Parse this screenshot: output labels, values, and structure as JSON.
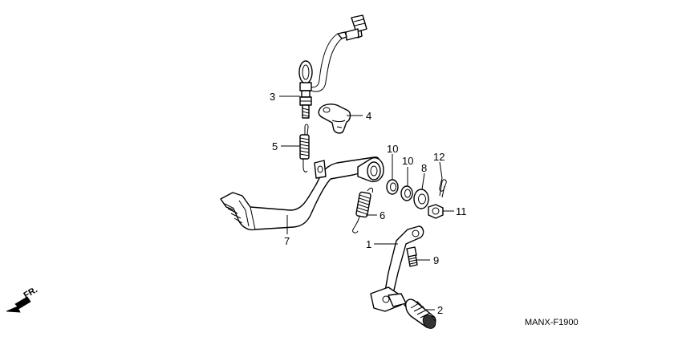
{
  "callouts": {
    "c1": "1",
    "c2": "2",
    "c3": "3",
    "c4": "4",
    "c5": "5",
    "c6": "6",
    "c7": "7",
    "c8": "8",
    "c9": "9",
    "c10a": "10",
    "c10b": "10",
    "c11": "11",
    "c12": "12"
  },
  "diagram_code": "MANX-F1900",
  "direction_label": "FR.",
  "icons": {
    "direction": "arrow-down-left-icon"
  }
}
